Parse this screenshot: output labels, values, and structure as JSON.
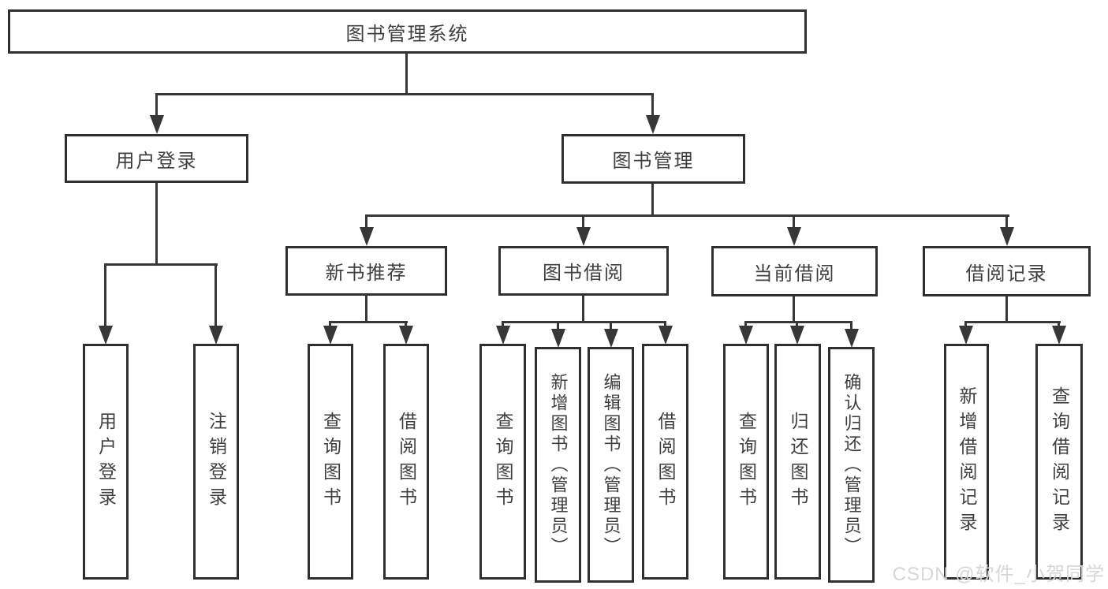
{
  "level1": {
    "label": "图书管理系统"
  },
  "level2": [
    {
      "label": "用户登录"
    },
    {
      "label": "图书管理"
    }
  ],
  "level3": [
    {
      "label": "新书推荐"
    },
    {
      "label": "图书借阅"
    },
    {
      "label": "当前借阅"
    },
    {
      "label": "借阅记录"
    }
  ],
  "level4": {
    "user_login": [
      {
        "label": "用户登录"
      },
      {
        "label": "注销登录"
      }
    ],
    "new_book": [
      {
        "label": "查询图书"
      },
      {
        "label": "借阅图书"
      }
    ],
    "book_borrow": [
      {
        "label": "查询图书"
      },
      {
        "label": "新增图书（管理员）"
      },
      {
        "label": "编辑图书（管理员）"
      },
      {
        "label": "借阅图书"
      }
    ],
    "current_borrow": [
      {
        "label": "查询图书"
      },
      {
        "label": "归还图书"
      },
      {
        "label": "确认归还（管理员）"
      }
    ],
    "records": [
      {
        "label": "新增借阅记录"
      },
      {
        "label": "查询借阅记录"
      }
    ]
  },
  "watermark": {
    "text": "CSDN @软件_小贺同学"
  },
  "colors": {
    "line": "#373737",
    "box_border": "#2f2f2f",
    "text": "#3f3f3f",
    "background": "#ffffff",
    "watermark": "#d7d7d7"
  }
}
